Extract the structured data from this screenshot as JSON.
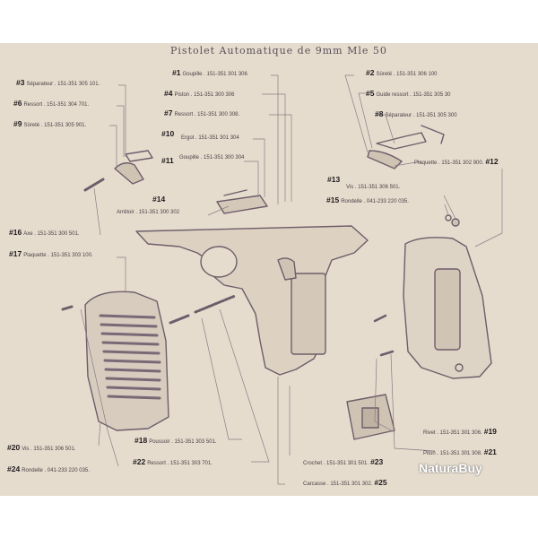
{
  "title": "Pistolet Automatique de 9mm Mle 50",
  "watermark": "NaturaBuy",
  "colors": {
    "paper": "#e6dccd",
    "ink": "#6e5d6a",
    "label": "#4a3f45",
    "number": "#1e1a1e"
  },
  "labels": {
    "p1": {
      "num": "#1",
      "text": "Goupille . 151-351 301 306"
    },
    "p2": {
      "num": "#2",
      "text": "Sûreté . 151-351 306 100"
    },
    "p3": {
      "num": "#3",
      "text": "Séparateur . 151-351 305 101."
    },
    "p4": {
      "num": "#4",
      "text": "Piston . 151-351 300 306"
    },
    "p5": {
      "num": "#5",
      "text": "Guide ressort . 151-351 305 30"
    },
    "p6": {
      "num": "#6",
      "text": "Ressort . 151-351 304 701."
    },
    "p7": {
      "num": "#7",
      "text": "Ressort . 151-351 300 308."
    },
    "p8": {
      "num": "#8",
      "text": "Séparateur . 151-351 305 300"
    },
    "p9": {
      "num": "#9",
      "text": "Sûreté . 151-351 305 901."
    },
    "p10": {
      "num": "#10",
      "text": "Ergot . 151-351 301 304"
    },
    "p11": {
      "num": "#11",
      "text": "Goupille . 151-351 300 304"
    },
    "p12": {
      "num": "#12",
      "text": "Plaquette . 151-351 302 900."
    },
    "p13": {
      "num": "#13",
      "text": "Vis . 151-351 306 501."
    },
    "p14": {
      "num": "#14",
      "text": "Arrêtoir . 151-351 300 302"
    },
    "p15": {
      "num": "#15",
      "text": "Rondelle . 041-233 220 035."
    },
    "p16": {
      "num": "#16",
      "text": "Axe . 151-351 300 501."
    },
    "p17": {
      "num": "#17",
      "text": "Plaquette . 151-351 303 100."
    },
    "p18": {
      "num": "#18",
      "text": "Poussoir . 151-351 303 501."
    },
    "p19": {
      "num": "#19",
      "text": "Rivet . 151-351 301 306."
    },
    "p20": {
      "num": "#20",
      "text": "Vis . 151-351 306 501."
    },
    "p21": {
      "num": "#21",
      "text": "Piton . 151-351 301 308."
    },
    "p22": {
      "num": "#22",
      "text": "Ressort . 151-351 303 701."
    },
    "p23": {
      "num": "#23",
      "text": "Crochet . 151-351 301 501."
    },
    "p24": {
      "num": "#24",
      "text": "Rondelle . 041-233 220 035."
    },
    "p25": {
      "num": "#25",
      "text": "Carcasse . 151-351 301 302."
    }
  }
}
